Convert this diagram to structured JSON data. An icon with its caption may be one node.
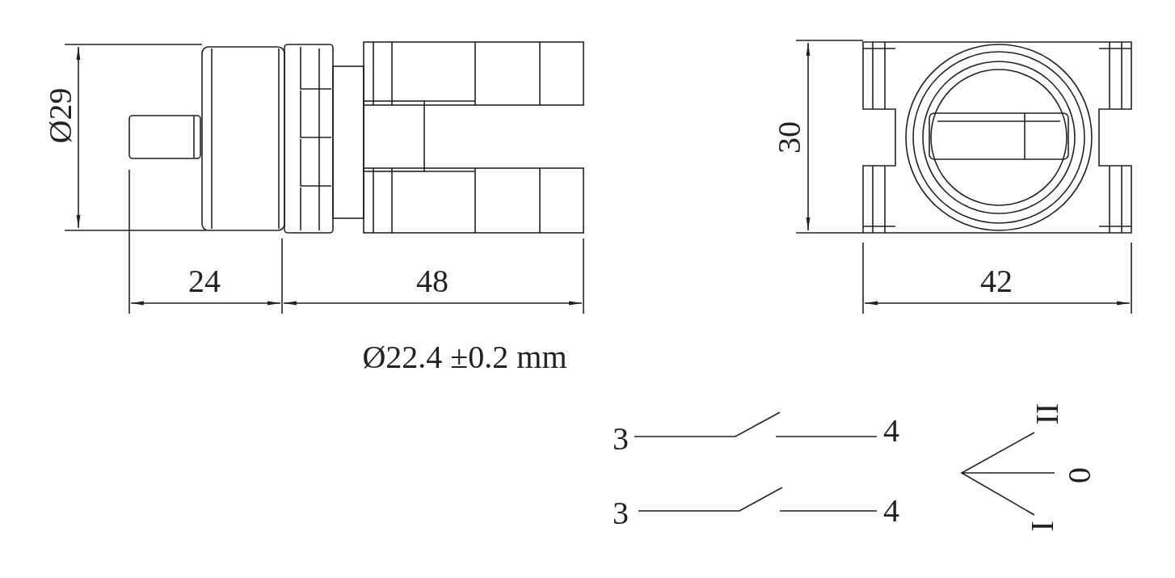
{
  "diagram": {
    "labels": [
      "Ø29",
      "24",
      "48",
      "30",
      "42",
      "Ø22.4 ±0.2 mm",
      "3",
      "4",
      "3",
      "4",
      "II",
      "0",
      "I"
    ]
  }
}
